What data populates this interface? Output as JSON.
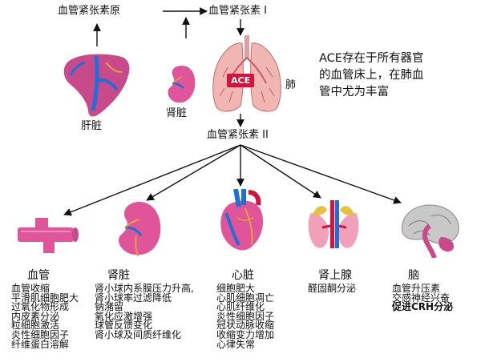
{
  "top": {
    "angiotensinogen": "血管紧张素原",
    "angiotensin1": "血管紧张素 I",
    "angiotensin2": "血管紧张素 II",
    "liver": "肝脏",
    "kidney": "肾脏",
    "lung": "肺",
    "ace": "ACE"
  },
  "note": {
    "lines": [
      "ACE存在于所有器官",
      "的血管床上，在肺血",
      "管中尤为丰富"
    ]
  },
  "organs": {
    "vessel": {
      "title": "血管",
      "items": [
        "血管收缩",
        "平滑肌细胞肥大",
        "过氧化物形成",
        "内皮素分泌",
        "粒细胞激活",
        "炎性细胞因子",
        "纤维蛋白溶解"
      ]
    },
    "kidney": {
      "title": "肾脏",
      "items": [
        "肾小球内系膜压力升高,",
        "肾小球率过滤降低",
        "钠潴留",
        "氧化应激增强",
        "球管反馈变化",
        "肾小球及间质纤维化"
      ]
    },
    "heart": {
      "title": "心脏",
      "items": [
        "细胞肥大",
        "心肌细胞凋亡",
        "心肌纤维化",
        "炎性细胞因子",
        "冠状动脉收缩",
        "收缩变力增加",
        "心律失常"
      ]
    },
    "adrenal": {
      "title": "肾上腺",
      "items": [
        "醛固酮分泌"
      ]
    },
    "brain": {
      "title": "脑",
      "items": [
        "血管升压素",
        "交感神经兴奋",
        "促进CRH分泌"
      ]
    }
  },
  "colors": {
    "liver": "#c84a8a",
    "organ_pink": "#e0559a",
    "vessel_blue": "#1f6fd6",
    "lung": "#f0b6b2",
    "ace_bg": "#d2143c"
  }
}
